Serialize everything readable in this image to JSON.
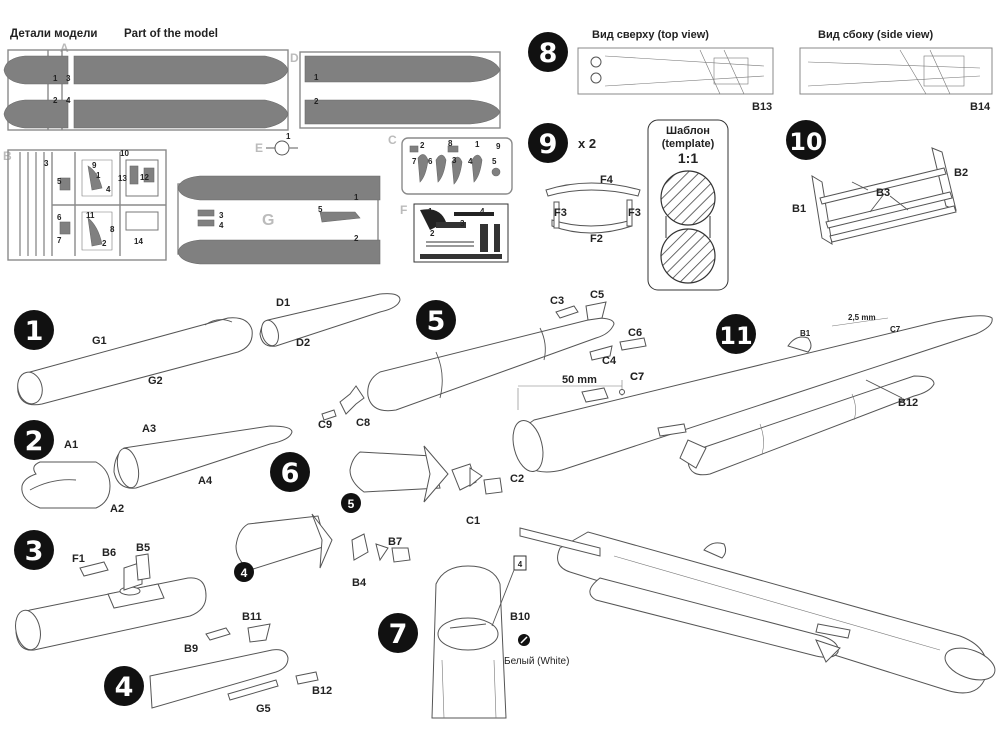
{
  "header": {
    "parts_ru": "Детали модели",
    "parts_en": "Part of the model"
  },
  "sprues": {
    "letters": [
      "A",
      "B",
      "C",
      "D",
      "E",
      "F",
      "G"
    ],
    "numbers": {
      "A": [
        "1",
        "2",
        "3",
        "4"
      ],
      "D": [
        "1",
        "2"
      ],
      "E": [
        "1"
      ],
      "G": [
        "1",
        "2",
        "3",
        "4",
        "5"
      ],
      "B": [
        "1",
        "2",
        "3",
        "4",
        "5",
        "6",
        "7",
        "8",
        "9",
        "10",
        "11",
        "12",
        "13",
        "14"
      ],
      "C": [
        "1",
        "2",
        "3",
        "4",
        "5",
        "6",
        "7",
        "8",
        "9"
      ],
      "F": [
        "1",
        "2",
        "3",
        "4"
      ]
    }
  },
  "steps": [
    "1",
    "2",
    "3",
    "4",
    "5",
    "6",
    "7",
    "8",
    "9",
    "10",
    "11"
  ],
  "step1": {
    "labels": [
      "D1",
      "G1",
      "D2",
      "G2"
    ]
  },
  "step2": {
    "labels": [
      "A1",
      "A3",
      "A2",
      "A4"
    ]
  },
  "step3": {
    "labels": [
      "B6",
      "B5",
      "F1"
    ]
  },
  "step4": {
    "labels": [
      "B11",
      "B9",
      "B12",
      "G5"
    ]
  },
  "step5": {
    "labels": [
      "C3",
      "C5",
      "C6",
      "C4",
      "C7",
      "C9",
      "C8"
    ]
  },
  "step6": {
    "labels": [
      "C2",
      "C1",
      "B7",
      "B4"
    ],
    "refs": [
      "5",
      "4"
    ]
  },
  "step7": {
    "labels": [
      "B10"
    ],
    "ref": "4",
    "color_note": "Белый (White)"
  },
  "step8": {
    "top_view": "Вид сверху (top view)",
    "side_view": "Вид сбоку (side view)",
    "labels": [
      "B13",
      "B14"
    ]
  },
  "step9": {
    "multiplier": "x 2",
    "labels": [
      "F4",
      "F3",
      "F3",
      "F2"
    ],
    "template_ru": "Шаблон",
    "template_en": "(template)",
    "scale": "1:1"
  },
  "step10": {
    "labels": [
      "B2",
      "B3",
      "B1"
    ]
  },
  "step11": {
    "labels": [
      "C7",
      "B12",
      "C7",
      "B1"
    ],
    "dim_50": "50 mm",
    "dim_25": "2,5 mm"
  },
  "icons": {
    "color_dot": "paint-dot-icon"
  }
}
